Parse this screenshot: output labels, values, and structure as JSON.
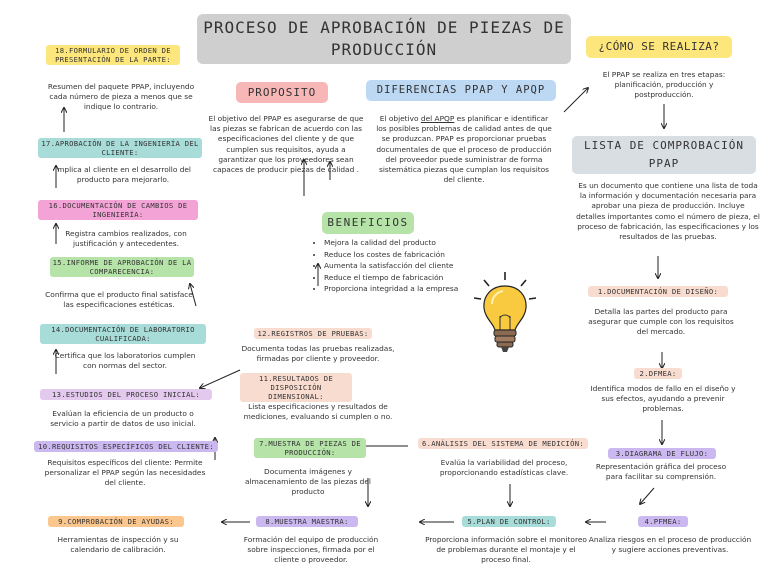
{
  "title": {
    "line1": "PROCESO DE APROBACIÓN DE PIEZAS DE",
    "line2": "PRODUCCIÓN"
  },
  "proposito": {
    "label": "PROPOSITO",
    "text": "El objetivo del PPAP es asegurarse de que las piezas se fabrican de acuerdo con las especificaciones del cliente y de que cumplen sus requisitos, ayuda a garantizar que los proveedores sean capaces de producir piezas de calidad ."
  },
  "diferencias": {
    "label": "DIFERENCIAS PPAP Y APQP",
    "text_a": "El objetivo ",
    "text_link": "del APQP",
    "text_b": " es planificar e identificar los posibles problemas de calidad antes de que se produzcan. PPAP es proporcionar pruebas documentales de que el proceso de producción del proveedor puede suministrar de forma sistemática piezas que cumplan los requisitos del cliente."
  },
  "como": {
    "label": "¿CÓMO SE REALIZA?",
    "text": "El PPAP se realiza en tres etapas: planificación, producción y postproducción."
  },
  "lista": {
    "label1": "LISTA DE COMPROBACIÓN",
    "label2": "PPAP",
    "text": "Es un documento que contiene una lista de toda la información y documentación necesaria para aprobar una pieza de producción. Incluye detalles importantes como el número de pieza, el proceso de fabricación, las especificaciones y los resultados de las pruebas."
  },
  "beneficios": {
    "label": "BENEFICIOS",
    "items": [
      "Mejora la calidad del producto",
      "Reduce los costes de fabricación",
      "Aumenta la satisfacción del cliente",
      "Reduce el tiempo de fabricación",
      "Proporciona integridad a la empresa"
    ]
  },
  "steps": {
    "s1": {
      "label": "1.DOCUMENTACIÓN DE DISEÑO:",
      "text": "Detalla las partes del producto para asegurar que cumple con los requisitos del mercado."
    },
    "s2": {
      "label": "2.DFMEA:",
      "text": "Identifica modos de fallo en el diseño y sus efectos, ayudando a prevenir problemas."
    },
    "s3": {
      "label": "3.DIAGRAMA DE FLUJO:",
      "text": "Representación gráfica del proceso para facilitar su comprensión."
    },
    "s4": {
      "label": "4.PFMEA:",
      "text": "Analiza riesgos en el proceso de producción y sugiere acciones preventivas."
    },
    "s5": {
      "label": "5.PLAN DE CONTROL:",
      "text": "Proporciona información sobre el monitoreo de problemas durante el montaje y el proceso final."
    },
    "s6": {
      "label": "6.ANÁLISIS DEL SISTEMA DE MEDICIÓN:",
      "text": "Evalúa la variabilidad del proceso, proporcionando estadísticas clave."
    },
    "s7": {
      "label": "7.MUESTRA DE PIEZAS DE PRODUCCIÓN:",
      "text": "Documenta imágenes y almacenamiento de las piezas del producto"
    },
    "s8": {
      "label": "8.MUESTRA MAESTRA:",
      "text": "Formación del equipo de producción sobre inspecciones, firmada por el cliente o proveedor."
    },
    "s9": {
      "label": "9.COMPROBACIÓN DE AYUDAS:",
      "text": "Herramientas de inspección y su calendario de calibración."
    },
    "s10": {
      "label": "10.REQUISITOS ESPECÍFICOS DEL CLIENTE:",
      "text": "Requisitos específicos del cliente: Permite personalizar el PPAP según las necesidades del cliente."
    },
    "s11": {
      "label": "11.RESULTADOS DE DISPOSICIÓN DIMENSIONAL:",
      "text": "Lista especificaciones y resultados de mediciones, evaluando si cumplen o no."
    },
    "s12": {
      "label": "12.REGISTROS DE PRUEBAS:",
      "text": "Documenta todas las pruebas realizadas, firmadas por cliente y proveedor."
    },
    "s13": {
      "label": "13.ESTUDIOS DEL PROCESO INICIAL:",
      "text": "Evalúan la eficiencia de un producto o servicio a partir de datos de uso inicial."
    },
    "s14": {
      "label": "14.DOCUMENTACIÓN DE LABORATORIO CUALIFICADA:",
      "text": "Certifica que los laboratorios cumplen con normas del sector."
    },
    "s15": {
      "label": "15.INFORME DE APROBACIÓN DE LA COMPARECENCIA:",
      "text": "Confirma que el producto final satisface las especificaciones estéticas."
    },
    "s16": {
      "label": "16.DOCUMENTACIÓN DE CAMBIOS DE INGENIERÍA:",
      "text": "Registra cambios realizados, con justificación y antecedentes."
    },
    "s17": {
      "label": "17.APROBACIÓN DE LA INGENIERÍA DEL CLIENTE:",
      "text": "Implica al cliente en el desarrollo del producto para mejorarlo."
    },
    "s18": {
      "label": "18.FORMULARIO DE ORDEN DE PRESENTACIÓN DE LA PARTE:",
      "text": "Resumen del paquete PPAP, incluyendo cada número de pieza a menos que se indique lo contrario."
    }
  },
  "colors": {
    "title": "#cfcfcf",
    "pink": "#f7b7b7",
    "blue": "#bcd8f2",
    "yellow": "#fde77c",
    "gray": "#d9dee3",
    "peach": "#f9dcd0",
    "lavender": "#cbb8f0",
    "green": "#b5e3a8",
    "orange": "#fcc78e",
    "teal": "#a8dcd8",
    "magenta": "#f4a3d7",
    "bulb": "#f9c940"
  },
  "icons": {
    "bulb": "lightbulb-icon",
    "arrow": "arrow-icon"
  }
}
